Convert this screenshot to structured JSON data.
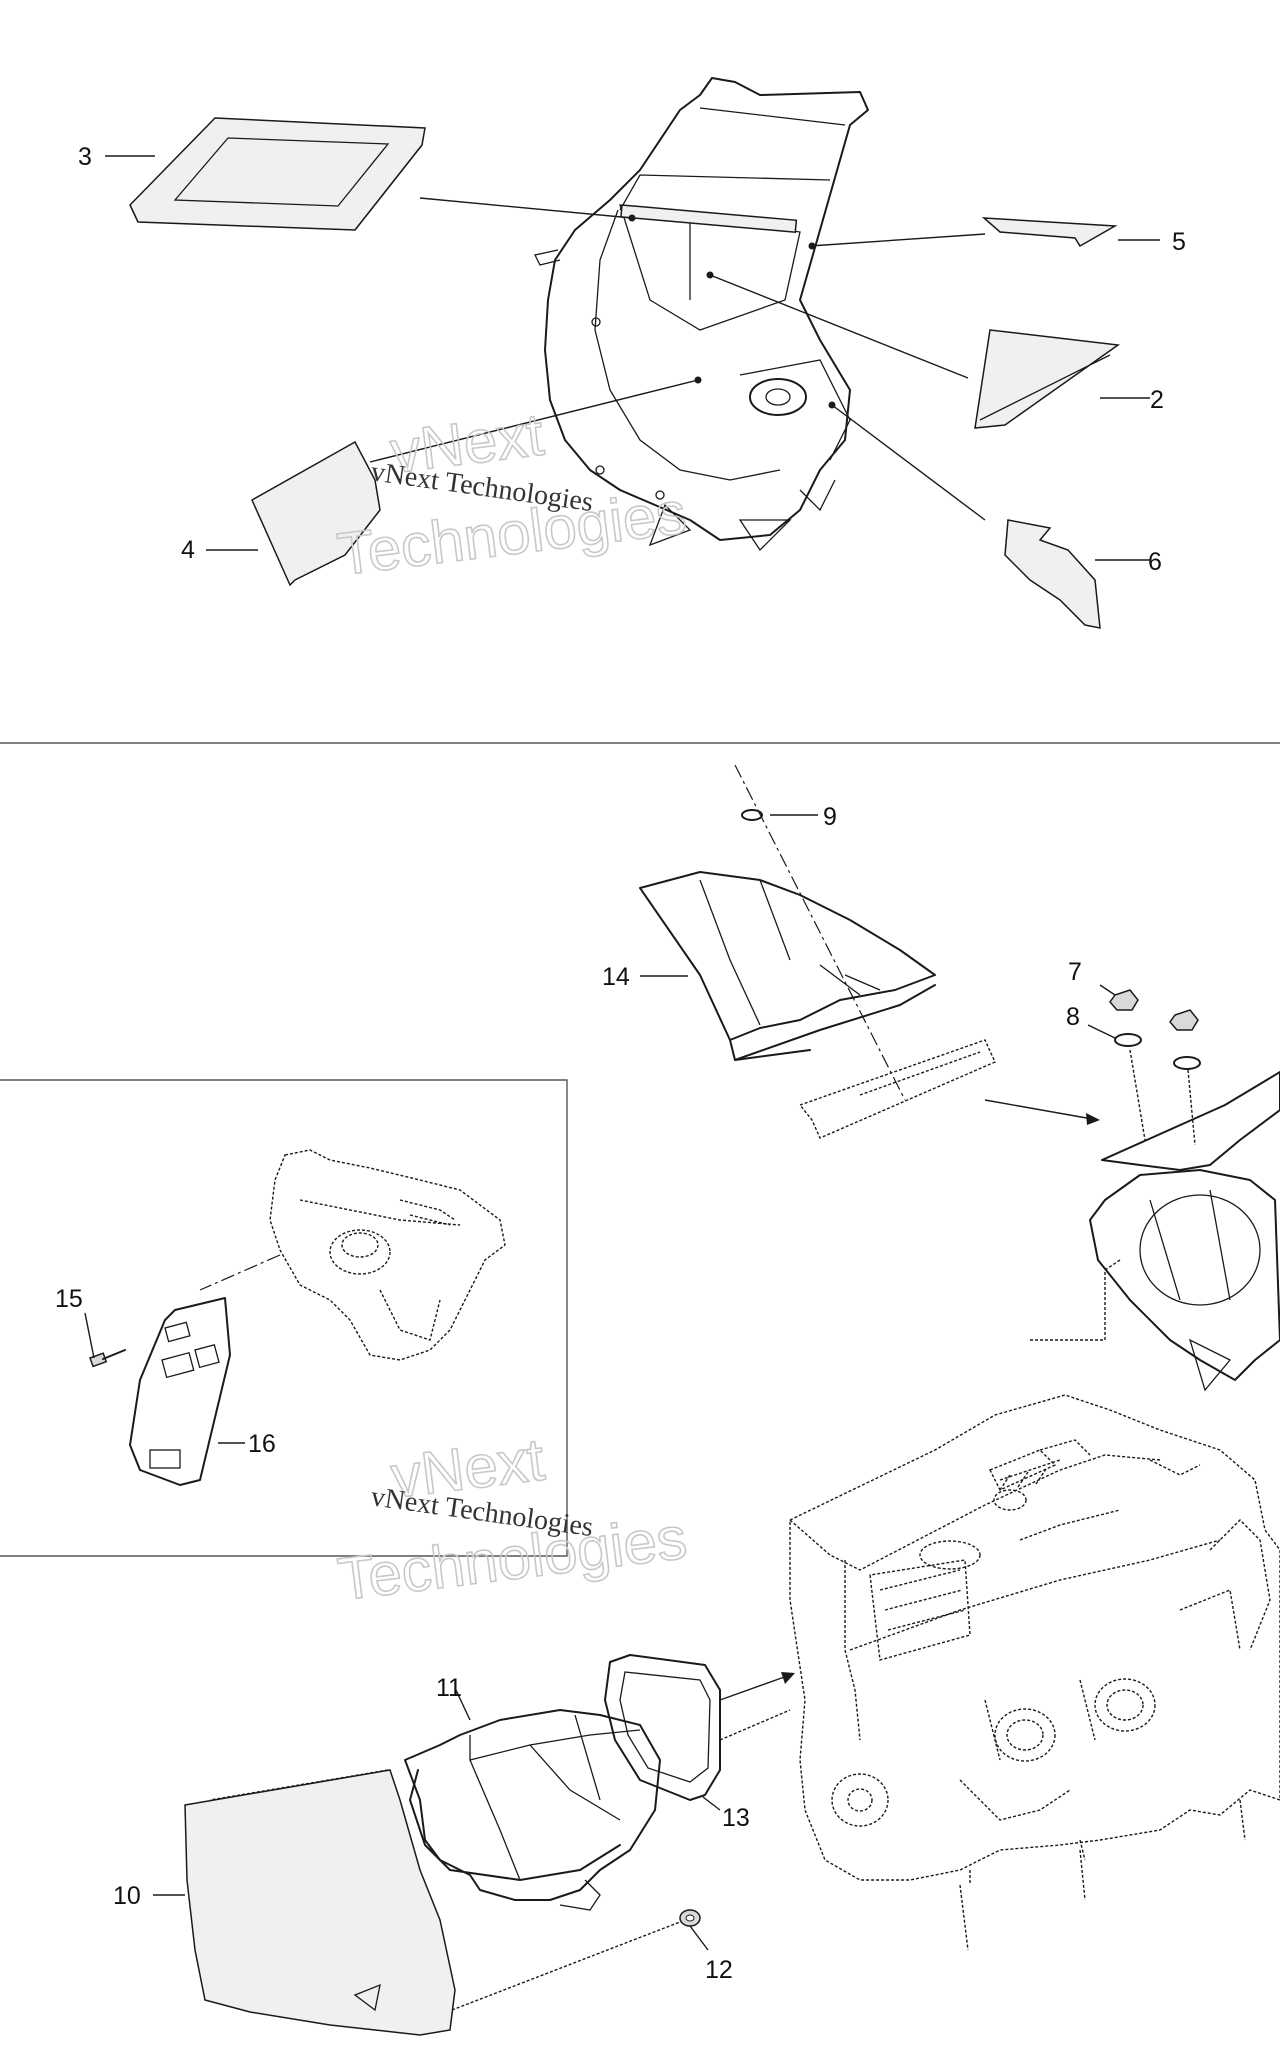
{
  "callouts": [
    {
      "id": "1",
      "label": "2"
    },
    {
      "id": "2",
      "label": "3"
    },
    {
      "id": "3",
      "label": "4"
    },
    {
      "id": "4",
      "label": "5"
    },
    {
      "id": "5",
      "label": "6"
    },
    {
      "id": "6",
      "label": "7"
    },
    {
      "id": "7",
      "label": "8"
    },
    {
      "id": "8",
      "label": "9"
    },
    {
      "id": "9",
      "label": "10"
    },
    {
      "id": "10",
      "label": "11"
    },
    {
      "id": "11",
      "label": "12"
    },
    {
      "id": "12",
      "label": "13"
    },
    {
      "id": "13",
      "label": "14"
    },
    {
      "id": "14",
      "label": "15"
    },
    {
      "id": "15",
      "label": "16"
    }
  ],
  "watermark": {
    "small_text": "vNext Technologies",
    "big_line1": "vNext",
    "big_line2": "Technologies"
  }
}
